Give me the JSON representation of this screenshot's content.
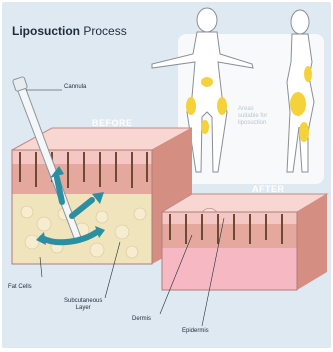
{
  "title": {
    "bold": "Liposuction",
    "light": "Process"
  },
  "subtitle": "",
  "labels": {
    "cannula": "Cannula",
    "before": "BEFORE",
    "after": "AFTER",
    "fat_cells": "Fat Cells",
    "subcutaneous": "Subcutaneous\nLayer",
    "dermis": "Dermis",
    "epidermis": "Epidermis"
  },
  "figure_note": "Areas\nsuitable for\nliposuction",
  "colors": {
    "background": "#dfe9f1",
    "skin_top": "#f4c7c4",
    "dermis": "#e4a89e",
    "hair": "#6d4a31",
    "fat": "#f0e4bd",
    "fat_after": "#f6b9c4",
    "arrow": "#2b8ea1",
    "body_fill": "#ffffff",
    "target_fat": "#f5d13a"
  }
}
